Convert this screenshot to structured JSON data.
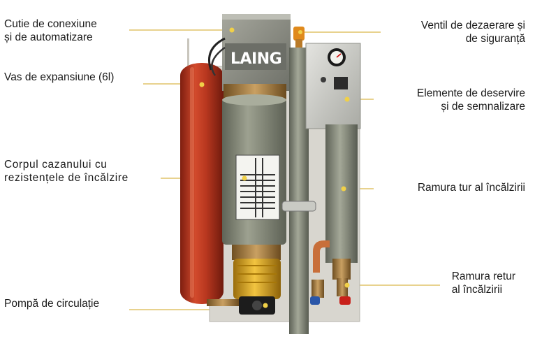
{
  "labels": {
    "cutie": [
      "Cutie de conexiune",
      "și de automatizare"
    ],
    "vas": [
      "Vas de expansiune (6l)"
    ],
    "corp": [
      "Corpul cazanului cu",
      "rezistențele de încălzire"
    ],
    "pompa": [
      "Pompă de circulație"
    ],
    "ventil": [
      "Ventil de dezaerare și",
      "de siguranță"
    ],
    "elemente": [
      "Elemente de deservire",
      "și de semnalizare"
    ],
    "tur": [
      "Ramura tur al încălzirii"
    ],
    "retur": [
      "Ramura retur",
      "al încălzirii"
    ]
  },
  "logo": "LAING",
  "colors": {
    "leader": "#d9b84a",
    "expansion_vessel": "#b8371f",
    "insulation": "#858a78",
    "housing": "#8e8f86",
    "pump": "#e0a81a",
    "brass": "#b58b4a"
  }
}
